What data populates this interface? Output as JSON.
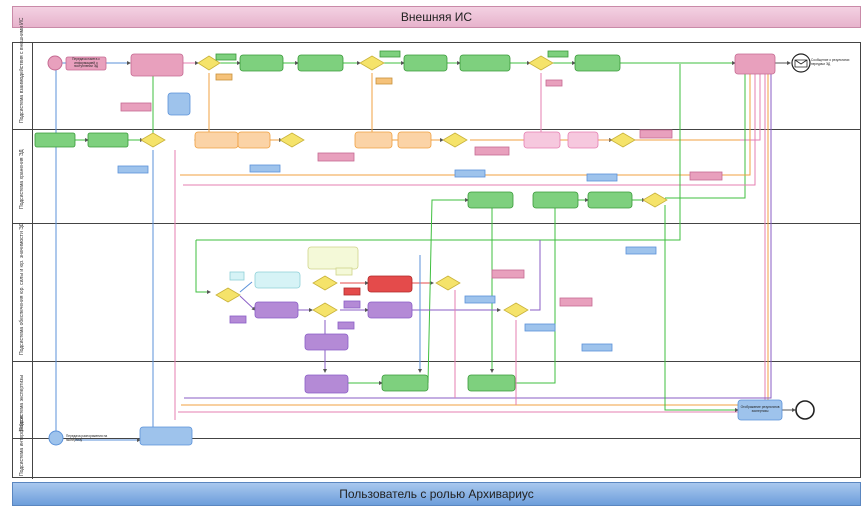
{
  "pool_top": "Внешняя ИС",
  "pool_bottom": "Пользователь с ролью Архивариус",
  "lanes": [
    {
      "label": "Подсистема взаимодействия с внешними ИС"
    },
    {
      "label": "Подсистема хранения ЭД"
    },
    {
      "label": "Подсистема обеспечения юр. силы и юр. значимости ЭД"
    },
    {
      "label": "Подсистема экспертизы"
    },
    {
      "label": "Подсистема интерфейсов"
    }
  ],
  "colors": {
    "task_green": "#7ed07e",
    "task_pink": "#e8a0bd",
    "task_blue": "#9ec3ec",
    "task_purple": "#b48ad6",
    "task_red": "#e44b4b",
    "gateway": "#f5e36a",
    "flow_green": "#3fbf3f",
    "flow_pink": "#e57fb1",
    "flow_blue": "#5b92d9",
    "flow_purple": "#8a5ec6",
    "flow_orange": "#f0a040"
  },
  "endpoint_labels": {
    "start_top": "Передача пакета с информацией о поступлении ЭД",
    "message_end": "Сообщение о результатах передачи ЭД",
    "start_bottom": "Передача распоряжения на экспертизу",
    "end_bottom": "Отображение результатов экспертизы"
  }
}
